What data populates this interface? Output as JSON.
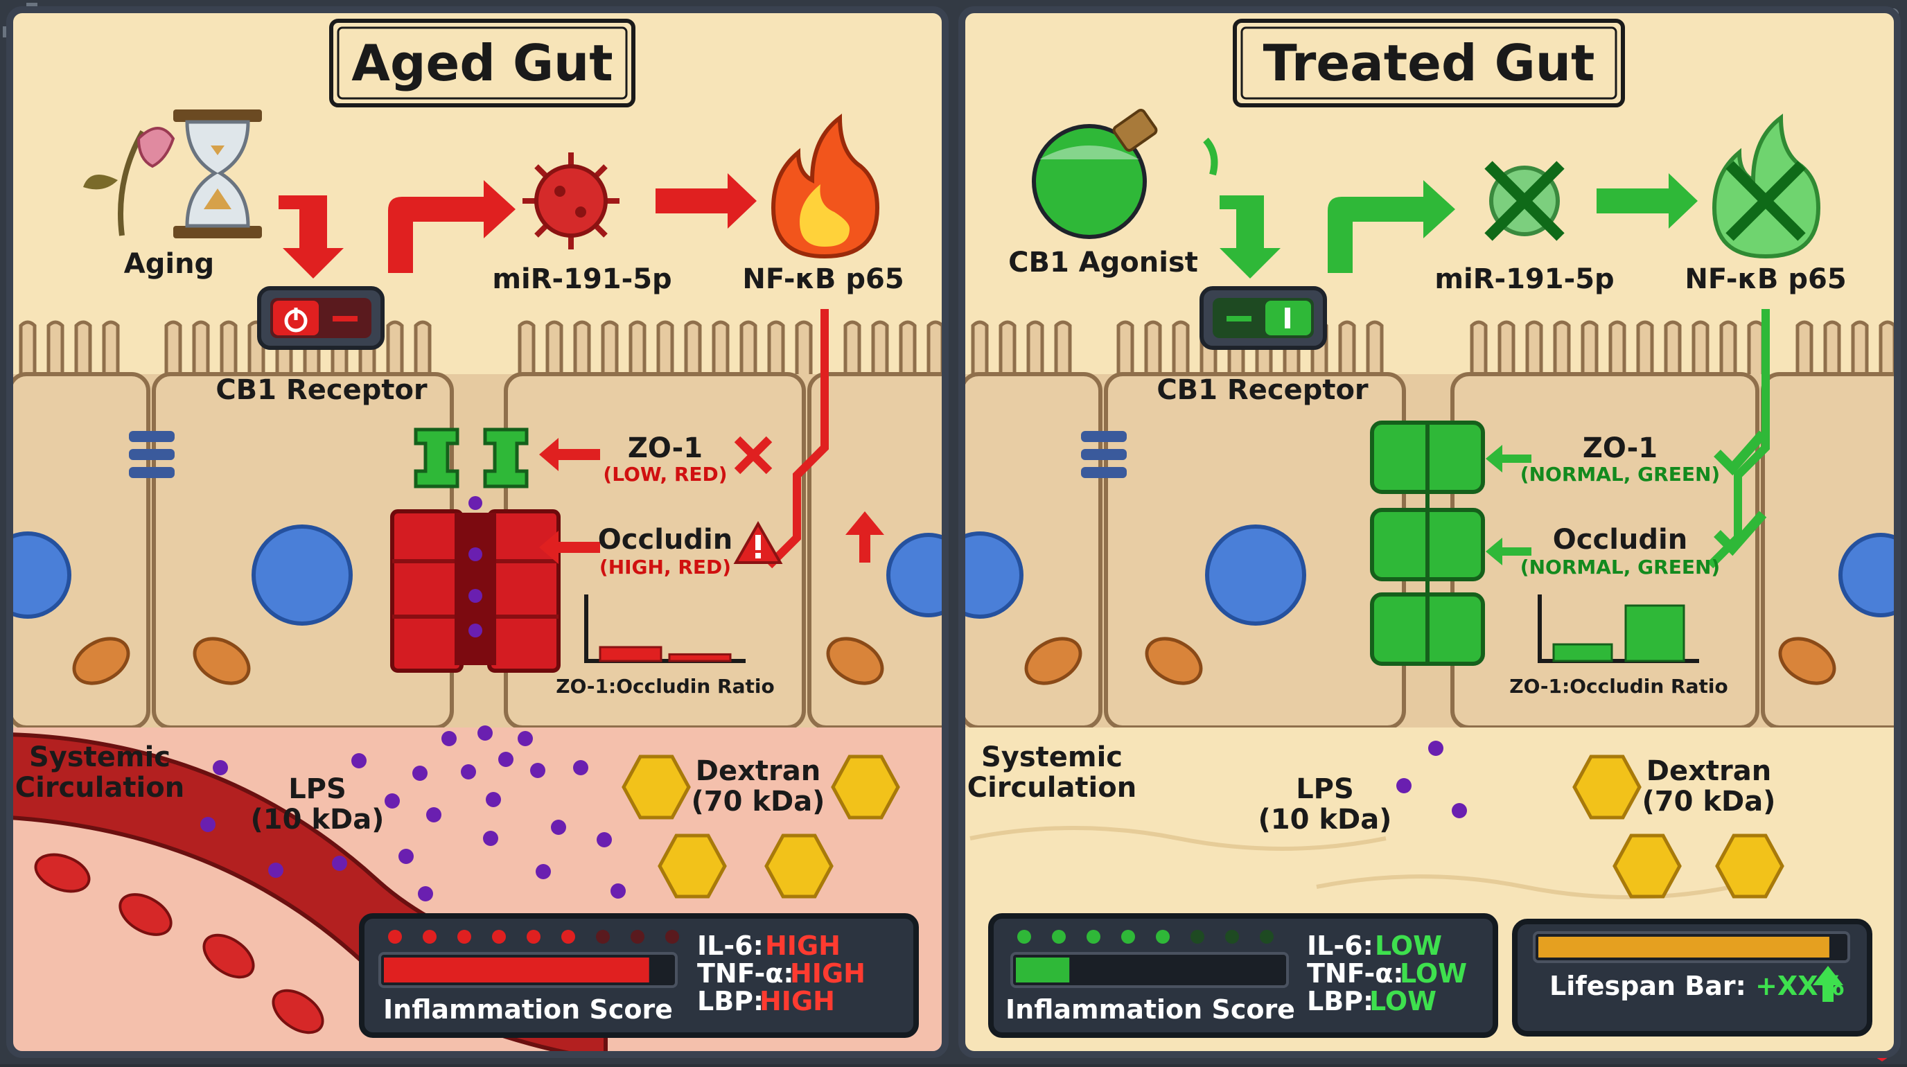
{
  "panels": {
    "aged": {
      "title": "Aged Gut",
      "aging_label": "Aging",
      "mirna_label": "miR-191-5p",
      "nfkb_label": "NF-κB p65",
      "receptor_label": "CB1 Receptor",
      "zo1_label": "ZO-1",
      "zo1_status": "(LOW, RED)",
      "occludin_label": "Occludin",
      "occludin_status": "(HIGH, RED)",
      "ratio_label": "ZO-1:Occludin Ratio",
      "ratio_values": {
        "zo1": 0.25,
        "occludin": 0.12
      },
      "circulation_label_1": "Systemic",
      "circulation_label_2": "Circulation",
      "lps_label_1": "LPS",
      "lps_label_2": "(10 kDa)",
      "dextran_label_1": "Dextran",
      "dextran_label_2": "(70 kDa)",
      "inflammation": {
        "label": "Inflammation Score",
        "level": 0.92,
        "leds_on": 6,
        "leds_total": 9,
        "markers": [
          {
            "name": "IL-6:",
            "value": "HIGH"
          },
          {
            "name": "TNF-α:",
            "value": "HIGH"
          },
          {
            "name": "LBP:",
            "value": "HIGH"
          }
        ]
      }
    },
    "treated": {
      "title": "Treated Gut",
      "agonist_label": "CB1 Agonist",
      "mirna_label": "miR-191-5p",
      "nfkb_label": "NF-κB p65",
      "receptor_label": "CB1 Receptor",
      "zo1_label": "ZO-1",
      "zo1_status": "(NORMAL, GREEN)",
      "occludin_label": "Occludin",
      "occludin_status": "(NORMAL, GREEN)",
      "ratio_label": "ZO-1:Occludin Ratio",
      "ratio_values": {
        "zo1": 0.3,
        "occludin": 1.0
      },
      "circulation_label_1": "Systemic",
      "circulation_label_2": "Circulation",
      "lps_label_1": "LPS",
      "lps_label_2": "(10 kDa)",
      "dextran_label_1": "Dextran",
      "dextran_label_2": "(70 kDa)",
      "inflammation": {
        "label": "Inflammation Score",
        "level": 0.2,
        "leds_on": 5,
        "leds_total": 8,
        "markers": [
          {
            "name": "IL-6:",
            "value": "LOW"
          },
          {
            "name": "TNF-α:",
            "value": "LOW"
          },
          {
            "name": "LBP:",
            "value": "LOW"
          }
        ]
      },
      "lifespan": {
        "label": "Lifespan Bar: ",
        "value": "+XX%",
        "level": 0.95
      }
    }
  },
  "colors": {
    "aged_accent": "#e02020",
    "treated_accent": "#2fb838",
    "hud_bg": "#2c3440",
    "frame": "#3a4250"
  },
  "icons": [
    "wilted-flower-icon",
    "hourglass-icon",
    "virus-icon",
    "flame-icon",
    "potion-flask-icon",
    "power-switch-icon",
    "gear-icon",
    "heart-icon",
    "pulse-monitor-icon"
  ]
}
